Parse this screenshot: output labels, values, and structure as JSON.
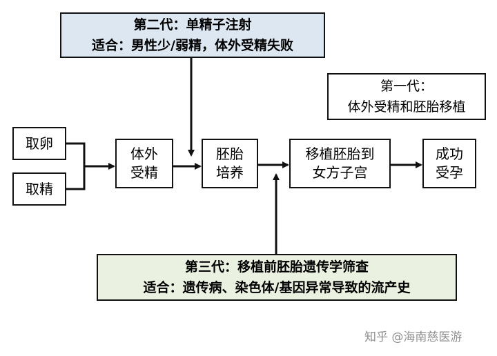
{
  "steps": {
    "egg": "取卵",
    "sperm": "取精",
    "ivf": [
      "体外",
      "受精"
    ],
    "culture": [
      "胚胎",
      "培养"
    ],
    "transfer": [
      "移植胚胎到",
      "女方子宫"
    ],
    "success": [
      "成功",
      "受孕"
    ]
  },
  "generations": {
    "first": {
      "title": "第一代：",
      "desc": "体外受精和胚胎移植"
    },
    "second": {
      "title": "第二代：单精子注射",
      "desc": "适合：男性少/弱精，体外受精失败"
    },
    "third": {
      "title": "第三代：移植前胚胎遗传学筛查",
      "desc": "适合：遗传病、染色体/基因异常导致的流产史"
    }
  },
  "watermark": "知乎 @海南慈医游",
  "colors": {
    "second_bg": "#dce7f1",
    "third_bg": "#eaf1e0",
    "stroke": "#111111"
  }
}
